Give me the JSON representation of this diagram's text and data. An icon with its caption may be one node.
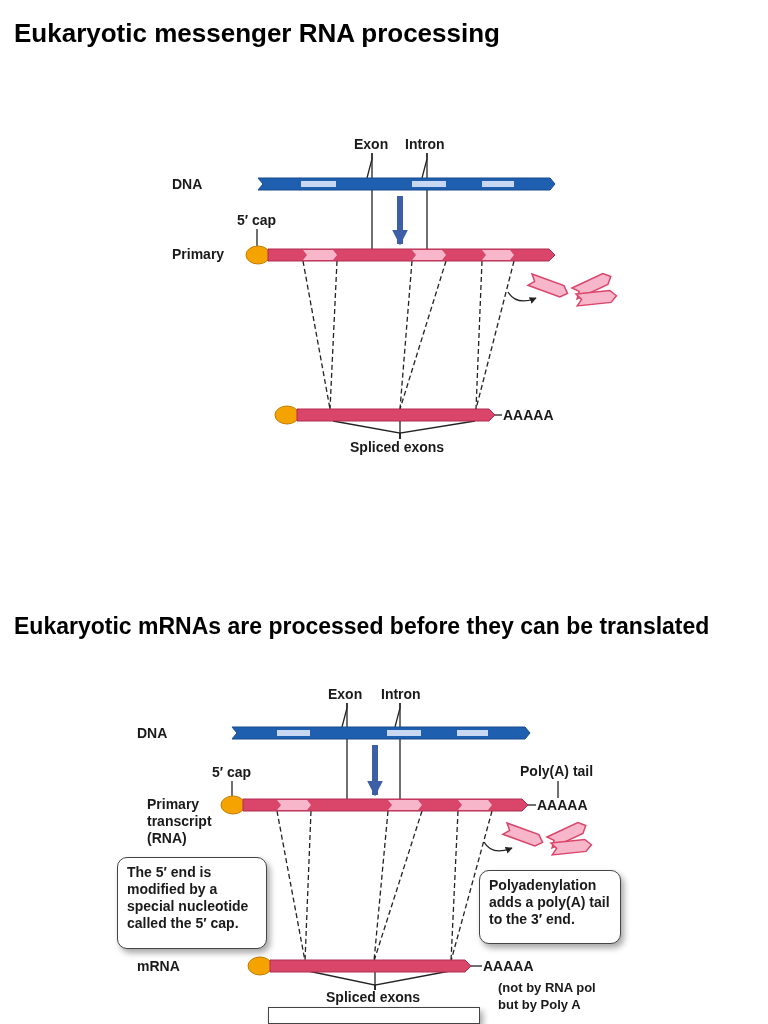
{
  "diagram": {
    "title": "Eukaryotic messenger RNA processing",
    "nodes": [
      {
        "text": [],
        "shape": "bar"
      },
      {
        "text": [
          "Exon"
        ]
      },
      {
        "text": [
          "Intron"
        ]
      },
      {
        "text": [
          "5′ cap"
        ]
      },
      {
        "text": [],
        "shape": "circle"
      },
      {
        "text": [],
        "shape": "bar"
      },
      {
        "text": [],
        "shape": "bar"
      },
      {
        "text": [],
        "shape": "circle"
      },
      {
        "text": [],
        "shape": "bar"
      },
      {
        "text": [
          "AAAAA"
        ]
      },
      {
        "text": [
          "Spliced exons"
        ]
      },
      {
        "text": [
          "Exon"
        ]
      },
      {
        "text": [
          "Intron"
        ]
      },
      {
        "text": [],
        "shape": "bar"
      },
      {
        "text": [
          "5′ cap"
        ]
      },
      {
        "text": [],
        "shape": "circle"
      },
      {
        "text": [],
        "shape": "bar"
      },
      {
        "text": [
          "Poly(A) tail"
        ]
      },
      {
        "text": [
          "AAAAA"
        ]
      },
      {
        "text": [],
        "shape": "bar"
      },
      {
        "text": [
          "The 5′ end is modified by a special nucleotide called the 5′ cap."
        ]
      },
      {
        "text": [
          "Polyadenylation adds a poly(A) tail to the 3′ end."
        ]
      },
      {
        "text": [],
        "shape": "circle"
      },
      {
        "text": [],
        "shape": "bar"
      },
      {
        "text": [
          "AAAAA"
        ]
      },
      {
        "text": [
          "Spliced exons"
        ]
      },
      {
        "text": [],
        "shape": "box"
      }
    ],
    "edges": [
      {
        "from": 1,
        "to": 0,
        "arrow": "none"
      },
      {
        "from": 1,
        "to": 5,
        "arrow": "none"
      },
      {
        "from": 2,
        "to": 0,
        "arrow": "none"
      },
      {
        "from": 2,
        "to": 5,
        "arrow": "none"
      },
      {
        "from": 0,
        "to": 5,
        "arrow": "to",
        "style": "thick",
        "color": "#3c5fa8"
      },
      {
        "from": 3,
        "to": 4,
        "arrow": "none"
      },
      {
        "from": 5,
        "to": 8,
        "arrow": "none",
        "style": "dashed"
      },
      {
        "from": 5,
        "to": 8,
        "arrow": "none",
        "style": "dashed"
      },
      {
        "from": 5,
        "to": 8,
        "arrow": "none",
        "style": "dashed"
      },
      {
        "from": 5,
        "to": 8,
        "arrow": "none",
        "style": "dashed"
      },
      {
        "from": 5,
        "to": 8,
        "arrow": "none",
        "style": "dashed"
      },
      {
        "from": 5,
        "to": 8,
        "arrow": "none",
        "style": "dashed"
      },
      {
        "from": null,
        "to": 6,
        "arrow": "to"
      },
      {
        "from": 8,
        "to": 9,
        "arrow": "none"
      },
      {
        "from": 10,
        "to": 8,
        "arrow": "none"
      },
      {
        "from": 10,
        "to": 8,
        "arrow": "none"
      },
      {
        "from": 10,
        "to": 8,
        "arrow": "none"
      },
      {
        "from": 11,
        "to": 13,
        "arrow": "none"
      },
      {
        "from": 11,
        "to": 16,
        "arrow": "none"
      },
      {
        "from": 12,
        "to": 13,
        "arrow": "none"
      },
      {
        "from": 12,
        "to": 16,
        "arrow": "none"
      },
      {
        "from": 13,
        "to": 16,
        "arrow": "to",
        "style": "thick",
        "color": "#3c5fa8"
      },
      {
        "from": 14,
        "to": 15,
        "arrow": "none"
      },
      {
        "from": 17,
        "to": 18,
        "arrow": "none"
      },
      {
        "from": 16,
        "to": 18,
        "arrow": "none"
      },
      {
        "from": 16,
        "to": 23,
        "arrow": "none",
        "style": "dashed"
      },
      {
        "from": 16,
        "to": 23,
        "arrow": "none",
        "style": "dashed"
      },
      {
        "from": 16,
        "to": 23,
        "arrow": "none",
        "style": "dashed"
      },
      {
        "from": 16,
        "to": 23,
        "arrow": "none",
        "style": "dashed"
      },
      {
        "from": 16,
        "to": 23,
        "arrow": "none",
        "style": "dashed"
      },
      {
        "from": 16,
        "to": 23,
        "arrow": "none",
        "style": "dashed"
      },
      {
        "from": null,
        "to": 19,
        "arrow": "to"
      },
      {
        "from": 23,
        "to": 24,
        "arrow": "none"
      },
      {
        "from": 25,
        "to": 23,
        "arrow": "none"
      },
      {
        "from": 25,
        "to": 23,
        "arrow": "none"
      },
      {
        "from": 25,
        "to": 23,
        "arrow": "none"
      }
    ],
    "labels": [
      "DNA",
      "Primary",
      "Eukaryotic mRNAs are processed before they can be translated",
      "DNA",
      "Primary transcript (RNA)",
      "mRNA",
      "(not by RNA pol but by Poly A"
    ]
  }
}
